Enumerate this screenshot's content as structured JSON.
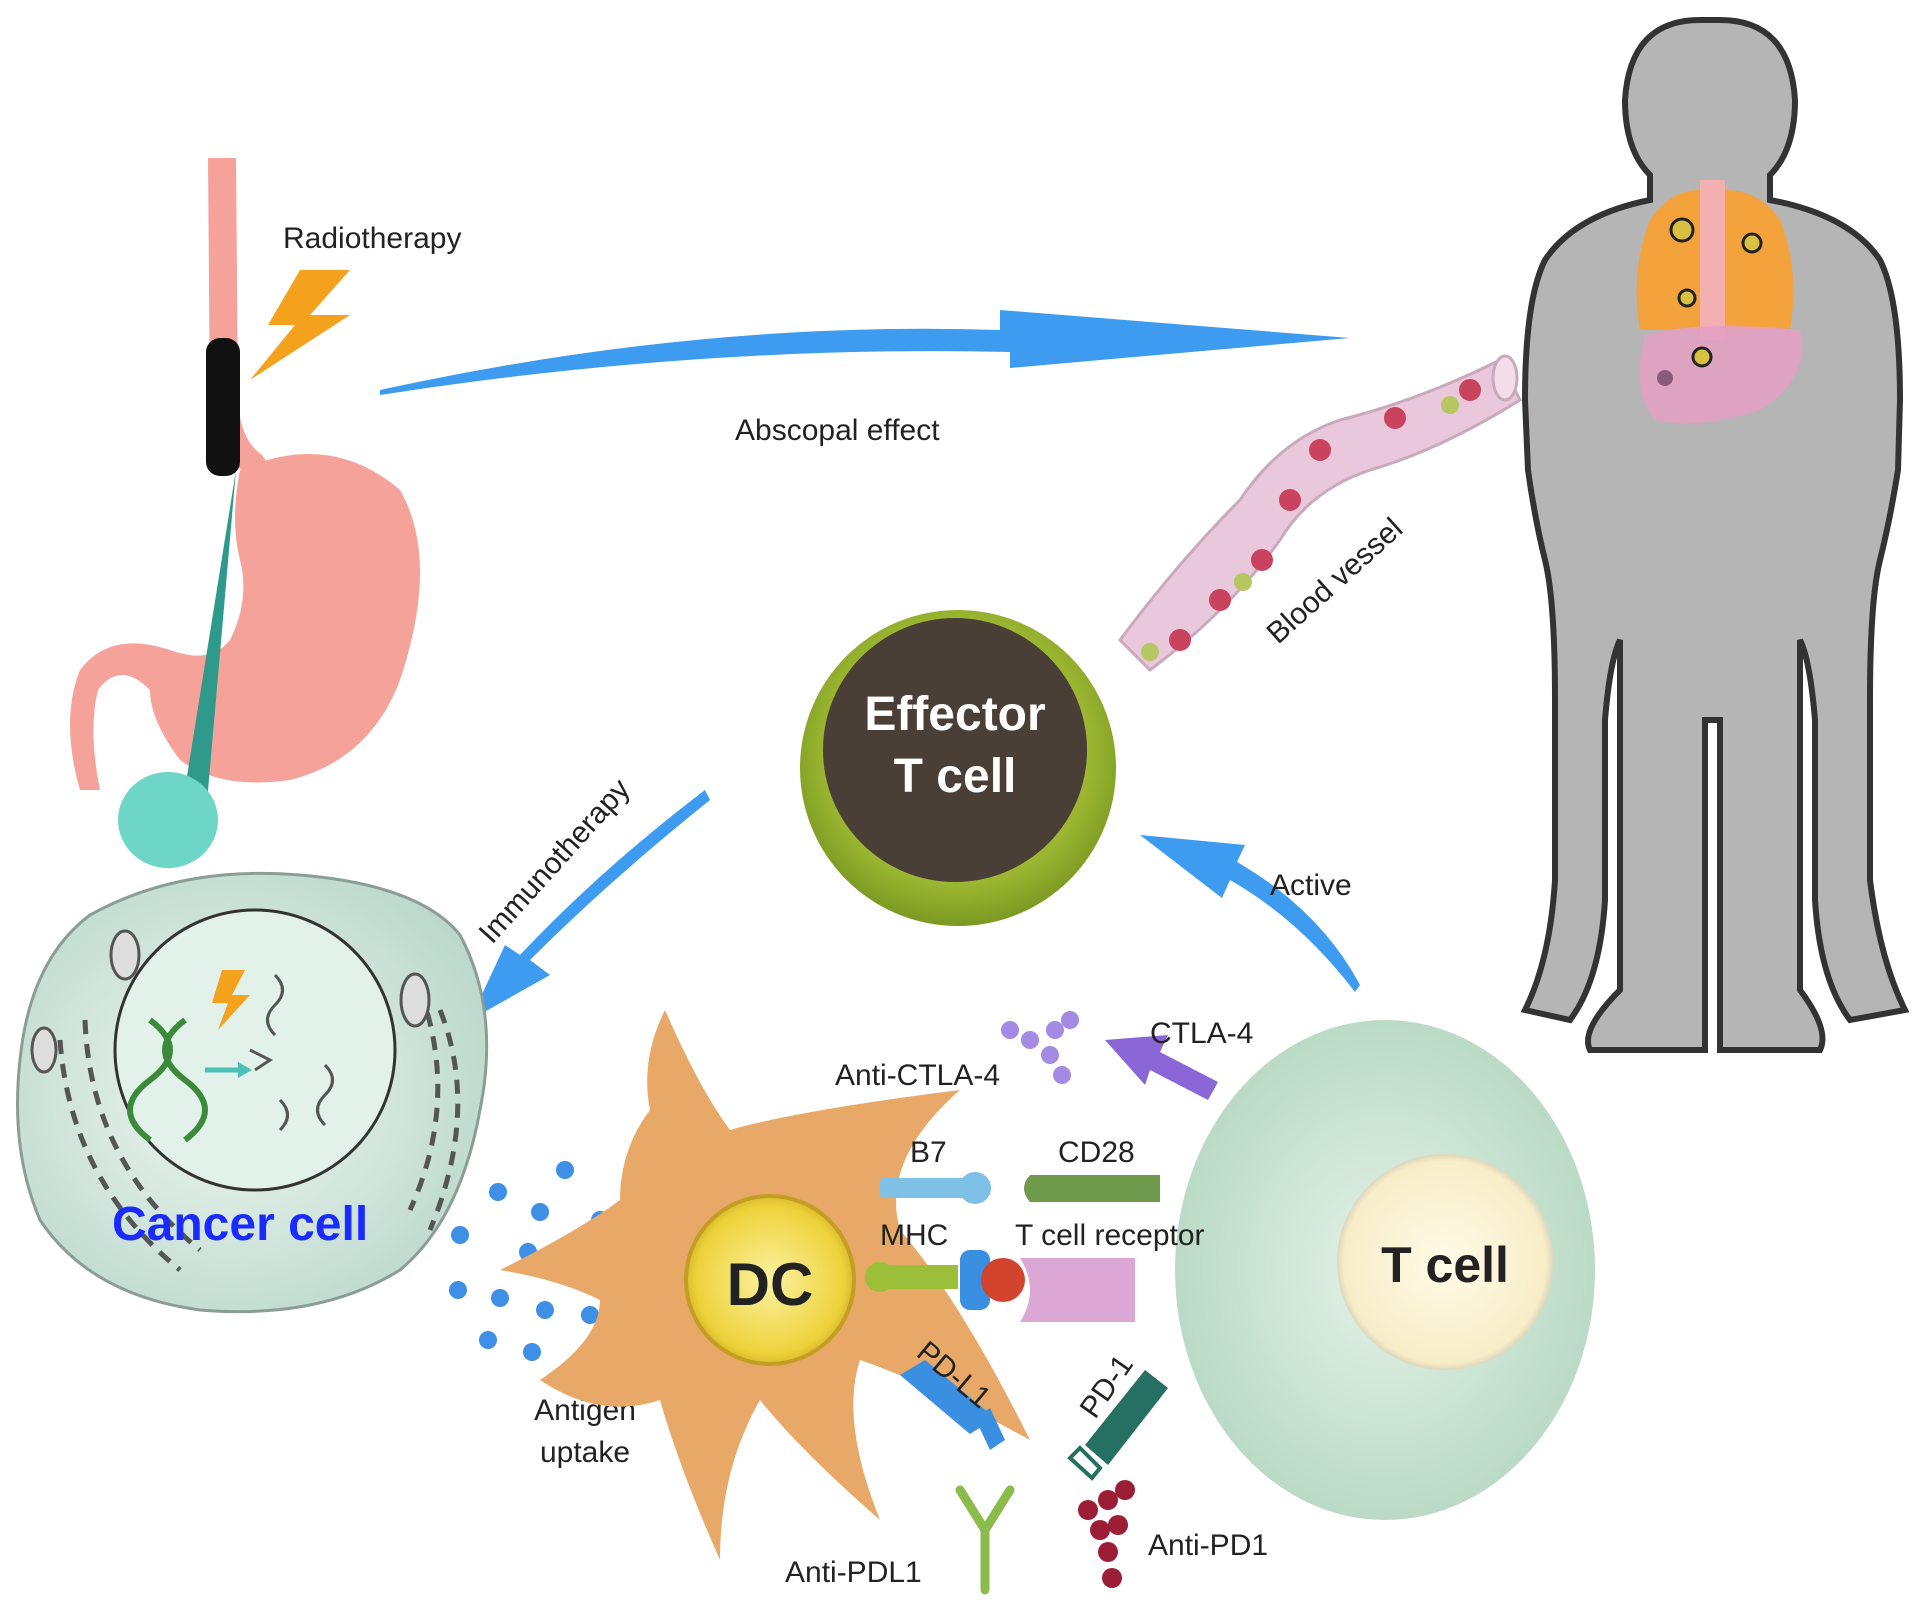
{
  "labels": {
    "radiotherapy": "Radiotherapy",
    "abscopal_effect": "Abscopal effect",
    "blood_vessel": "Blood vessel",
    "effector_t_cell_line1": "Effector",
    "effector_t_cell_line2": "T cell",
    "immunotherapy": "Immunotherapy",
    "active": "Active",
    "cancer_cell": "Cancer cell",
    "dc": "DC",
    "t_cell": "T cell",
    "anti_ctla4": "Anti-CTLA-4",
    "ctla4": "CTLA-4",
    "b7": "B7",
    "cd28": "CD28",
    "mhc": "MHC",
    "t_cell_receptor": "T cell receptor",
    "pd_l1": "PD-L1",
    "pd_1": "PD-1",
    "antigen_uptake_line1": "Antigen",
    "antigen_uptake_line2": "uptake",
    "anti_pdl1": "Anti-PDL1",
    "anti_pd1": "Anti-PD1"
  },
  "colors": {
    "arrow_blue": "#3d9cf0",
    "stomach_pink": "#f5a39a",
    "lightning_orange": "#f4a21e",
    "effector_ring": "#8fae2a",
    "effector_core": "#4a3f36",
    "dc_body": "#e8a868",
    "dc_nucleus": "#f2e04a",
    "t_cell_body": "#cfe6d6",
    "t_cell_core": "#fbf4d6",
    "cancer_cell_body": "#d7ebe3",
    "cancer_label": "#1a2bff",
    "body_silhouette": "#b5b5b5",
    "lungs": "#f4a23c",
    "liver": "#e6a0c4",
    "vessel": "#e8c8da",
    "rbc": "#c9425e",
    "ctla4_purple": "#8a66d6",
    "b7_blue": "#7ec0e6",
    "cd28_green": "#6f9a4c",
    "tcr_pink": "#dba8d6",
    "mhc_green": "#9cbf3a",
    "pdl1_blue": "#3b8fe0",
    "pd1_teal": "#256f63",
    "anti_pd1_red": "#9c1e36",
    "anti_pdl1_green": "#8bbb4a"
  }
}
